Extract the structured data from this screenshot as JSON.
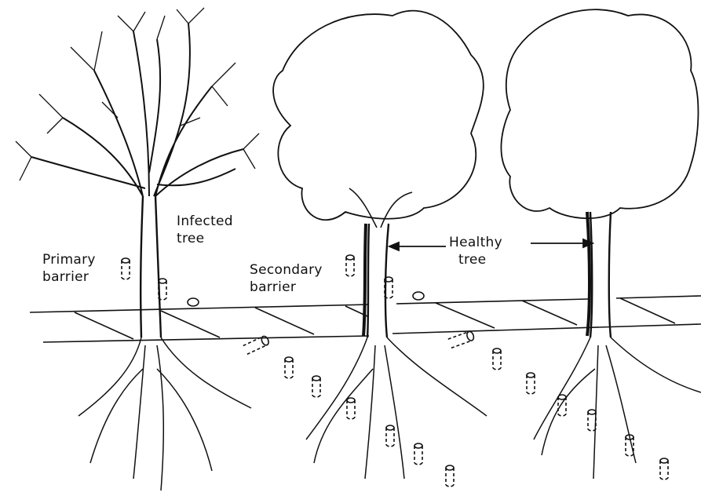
{
  "labels": {
    "infected_1": "Infected",
    "infected_2": "tree",
    "primary_1": "Primary",
    "primary_2": "barrier",
    "secondary_1": "Secondary",
    "secondary_2": "barrier",
    "healthy_1": "Healthy",
    "healthy_2": "tree"
  },
  "colors": {
    "ink": "#111111",
    "paper": "#ffffff"
  }
}
